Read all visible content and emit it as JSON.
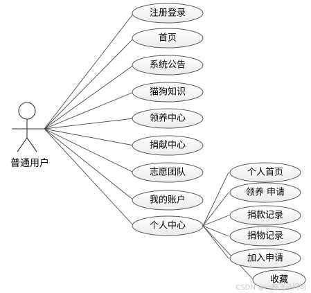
{
  "actor": {
    "name": "普通用户"
  },
  "use_cases": [
    "注册登录",
    "首页",
    "系统公告",
    "猫狗知识",
    "领养中心",
    "捐献中心",
    "志愿团队",
    "我的账户",
    "个人中心"
  ],
  "sub_use_cases": {
    "parent": "个人中心",
    "items": [
      "个人首页",
      "领养 申请",
      "捐款记录",
      "捐物记录",
      "加入申请",
      "收藏"
    ]
  },
  "watermark": "CSDN @一枝飞马问司"
}
